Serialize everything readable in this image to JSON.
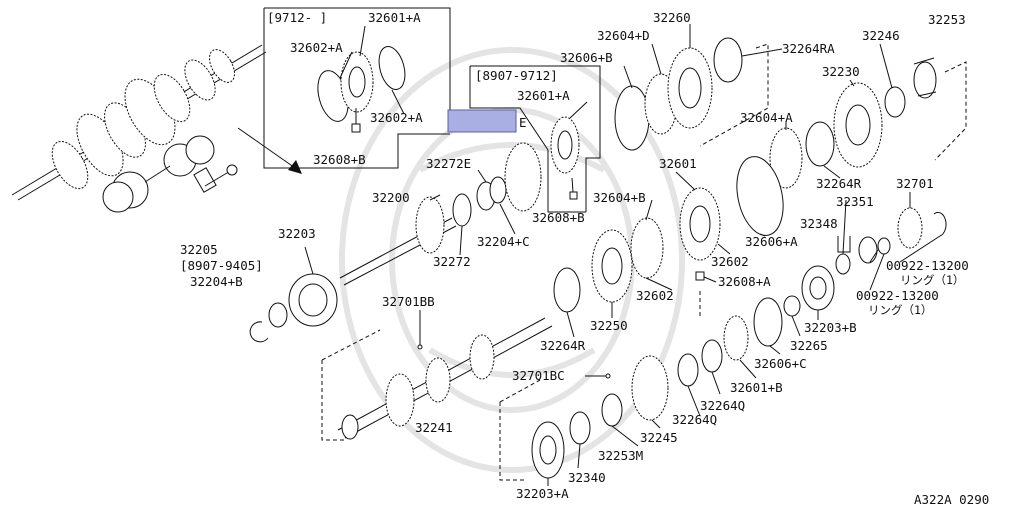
{
  "diagram_code": "A322A 0290",
  "highlight_label": "E",
  "labels": [
    {
      "id": "b9712",
      "text": "[9712-     ]"
    },
    {
      "id": "l32601A_top",
      "text": "32601+A"
    },
    {
      "id": "l32602A_a",
      "text": "32602+A"
    },
    {
      "id": "l32602A_b",
      "text": "32602+A"
    },
    {
      "id": "l32608B_a",
      "text": "32608+B"
    },
    {
      "id": "b8907_9712",
      "text": "[8907-9712]"
    },
    {
      "id": "l32601A_mid",
      "text": "32601+A"
    },
    {
      "id": "l32604D",
      "text": "32604+D"
    },
    {
      "id": "l32260",
      "text": "32260"
    },
    {
      "id": "l32606B",
      "text": "32606+B"
    },
    {
      "id": "l32264RA",
      "text": "32264RA"
    },
    {
      "id": "l32253",
      "text": "32253"
    },
    {
      "id": "l32246",
      "text": "32246"
    },
    {
      "id": "l32230",
      "text": "32230"
    },
    {
      "id": "l32604A",
      "text": "32604+A"
    },
    {
      "id": "l32272E",
      "text": "32272E"
    },
    {
      "id": "l32601",
      "text": "32601"
    },
    {
      "id": "l32264R_a",
      "text": "32264R"
    },
    {
      "id": "l32701",
      "text": "32701"
    },
    {
      "id": "l32200",
      "text": "32200"
    },
    {
      "id": "l32604B",
      "text": "32604+B"
    },
    {
      "id": "l32351",
      "text": "32351"
    },
    {
      "id": "l32608B_b",
      "text": "32608+B"
    },
    {
      "id": "l32204C",
      "text": "32204+C"
    },
    {
      "id": "l32348",
      "text": "32348"
    },
    {
      "id": "l32606A",
      "text": "32606+A"
    },
    {
      "id": "l32205",
      "text": "32205"
    },
    {
      "id": "l32203",
      "text": "32203"
    },
    {
      "id": "b8907_9405",
      "text": "[8907-9405]"
    },
    {
      "id": "l32272",
      "text": "32272"
    },
    {
      "id": "l32602_a",
      "text": "32602"
    },
    {
      "id": "l00922_a",
      "text": "00922-13200"
    },
    {
      "id": "l_ring_a",
      "text": "リング（1）"
    },
    {
      "id": "l32204B",
      "text": "32204+B"
    },
    {
      "id": "l32608A",
      "text": "32608+A"
    },
    {
      "id": "l32602_b",
      "text": "32602"
    },
    {
      "id": "l00922_b",
      "text": "00922-13200"
    },
    {
      "id": "l_ring_b",
      "text": "リング（1）"
    },
    {
      "id": "l32701BB",
      "text": "32701BB"
    },
    {
      "id": "l32250",
      "text": "32250"
    },
    {
      "id": "l32203B",
      "text": "32203+B"
    },
    {
      "id": "l32264R_b",
      "text": "32264R"
    },
    {
      "id": "l32265",
      "text": "32265"
    },
    {
      "id": "l32606C",
      "text": "32606+C"
    },
    {
      "id": "l32701BC",
      "text": "32701BC"
    },
    {
      "id": "l32601B",
      "text": "32601+B"
    },
    {
      "id": "l32264Q_a",
      "text": "32264Q"
    },
    {
      "id": "l32241",
      "text": "32241"
    },
    {
      "id": "l32264Q_b",
      "text": "32264Q"
    },
    {
      "id": "l32245",
      "text": "32245"
    },
    {
      "id": "l32253M",
      "text": "32253M"
    },
    {
      "id": "l32340",
      "text": "32340"
    },
    {
      "id": "l32203A",
      "text": "32203+A"
    }
  ]
}
